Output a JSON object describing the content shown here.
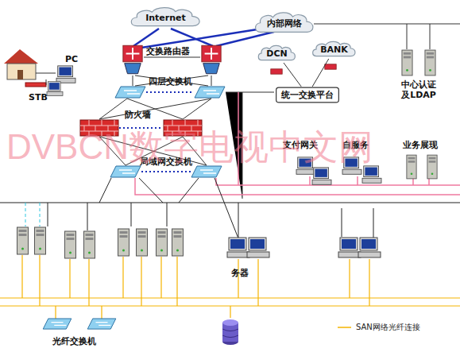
{
  "diagram": {
    "nodes": [
      {
        "text": [
          "Internet"
        ]
      },
      {
        "text": [
          "内部网络"
        ]
      },
      {
        "text": [
          "DCN"
        ]
      },
      {
        "text": [
          "BANK"
        ]
      },
      {
        "text": [
          "统一交换平台"
        ]
      }
    ],
    "edges": [
      {
        "from": 2,
        "to": 4,
        "arrow": "none"
      },
      {
        "from": 3,
        "to": 4,
        "arrow": "none"
      }
    ],
    "labels": [
      "PC",
      "STB",
      "交换路由器",
      "四层交换机",
      "中心认证 及LDAP",
      "防火墙",
      "支付网关",
      "自服务",
      "业务展现",
      "局域网交换机",
      "务器",
      "光纤交换机",
      "DVBCN数字电视中文网"
    ],
    "legend": [
      {
        "text": "SAN网络光纤连接"
      }
    ]
  }
}
